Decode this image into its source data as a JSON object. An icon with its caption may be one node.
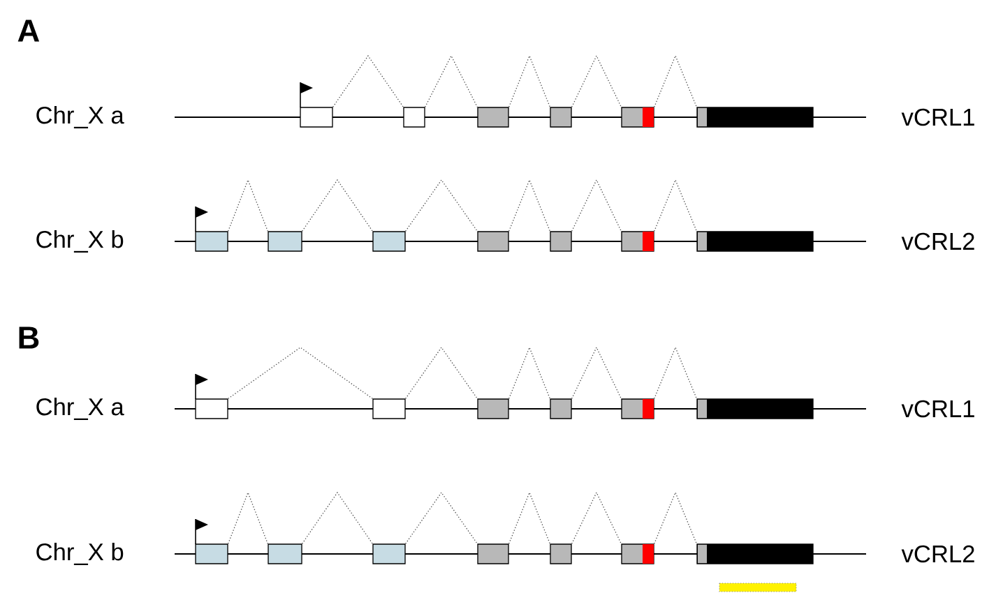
{
  "diagram": {
    "nodes": [
      {
        "text": [],
        "shape": "box"
      },
      {
        "text": [],
        "shape": "box"
      },
      {
        "text": [],
        "shape": "box"
      },
      {
        "text": [],
        "shape": "box"
      },
      {
        "text": [],
        "shape": "box"
      },
      {
        "text": [],
        "shape": "box"
      },
      {
        "text": [],
        "shape": "box"
      },
      {
        "text": [],
        "shape": "box"
      },
      {
        "text": [],
        "shape": "box"
      },
      {
        "text": [],
        "shape": "box"
      },
      {
        "text": [],
        "shape": "box"
      },
      {
        "text": [],
        "shape": "box"
      },
      {
        "text": [],
        "shape": "box"
      },
      {
        "text": [],
        "shape": "box"
      },
      {
        "text": [],
        "shape": "box"
      },
      {
        "text": [],
        "shape": "box"
      },
      {
        "text": [],
        "shape": "box"
      },
      {
        "text": [],
        "shape": "box"
      },
      {
        "text": [],
        "shape": "box"
      },
      {
        "text": [],
        "shape": "box"
      },
      {
        "text": [],
        "shape": "box"
      },
      {
        "text": [],
        "shape": "box"
      },
      {
        "text": [],
        "shape": "box"
      },
      {
        "text": [],
        "shape": "box"
      },
      {
        "text": [],
        "shape": "box"
      },
      {
        "text": [],
        "shape": "box"
      }
    ],
    "edges": [
      {
        "from": 0,
        "to": 1,
        "arrow": "none",
        "style": "dashed"
      },
      {
        "from": 1,
        "to": 2,
        "arrow": "none",
        "style": "dashed"
      },
      {
        "from": 2,
        "to": 3,
        "arrow": "none",
        "style": "dashed"
      },
      {
        "from": 3,
        "to": 4,
        "arrow": "none",
        "style": "dashed"
      },
      {
        "from": 4,
        "to": 5,
        "arrow": "none",
        "style": "dashed"
      },
      {
        "from": 6,
        "to": 7,
        "arrow": "none",
        "style": "dashed"
      },
      {
        "from": 7,
        "to": 8,
        "arrow": "none",
        "style": "dashed"
      },
      {
        "from": 8,
        "to": 9,
        "arrow": "none",
        "style": "dashed"
      },
      {
        "from": 9,
        "to": 10,
        "arrow": "none",
        "style": "dashed"
      },
      {
        "from": 10,
        "to": 11,
        "arrow": "none",
        "style": "dashed"
      },
      {
        "from": 11,
        "to": 12,
        "arrow": "none",
        "style": "dashed"
      },
      {
        "from": 13,
        "to": 14,
        "arrow": "none",
        "style": "dashed"
      },
      {
        "from": 14,
        "to": 15,
        "arrow": "none",
        "style": "dashed"
      },
      {
        "from": 15,
        "to": 16,
        "arrow": "none",
        "style": "dashed"
      },
      {
        "from": 16,
        "to": 17,
        "arrow": "none",
        "style": "dashed"
      },
      {
        "from": 17,
        "to": 18,
        "arrow": "none",
        "style": "dashed"
      },
      {
        "from": 19,
        "to": 20,
        "arrow": "none",
        "style": "dashed"
      },
      {
        "from": 20,
        "to": 21,
        "arrow": "none",
        "style": "dashed"
      },
      {
        "from": 21,
        "to": 22,
        "arrow": "none",
        "style": "dashed"
      },
      {
        "from": 22,
        "to": 23,
        "arrow": "none",
        "style": "dashed"
      },
      {
        "from": 23,
        "to": 24,
        "arrow": "none",
        "style": "dashed"
      },
      {
        "from": 24,
        "to": 25,
        "arrow": "none",
        "style": "dashed"
      }
    ],
    "labels": [
      "A",
      "Chr_X a",
      "vCRL1",
      "Chr_X b",
      "vCRL2",
      "B",
      "Chr_X a",
      "vCRL1",
      "Chr_X b",
      "vCRL2"
    ]
  }
}
